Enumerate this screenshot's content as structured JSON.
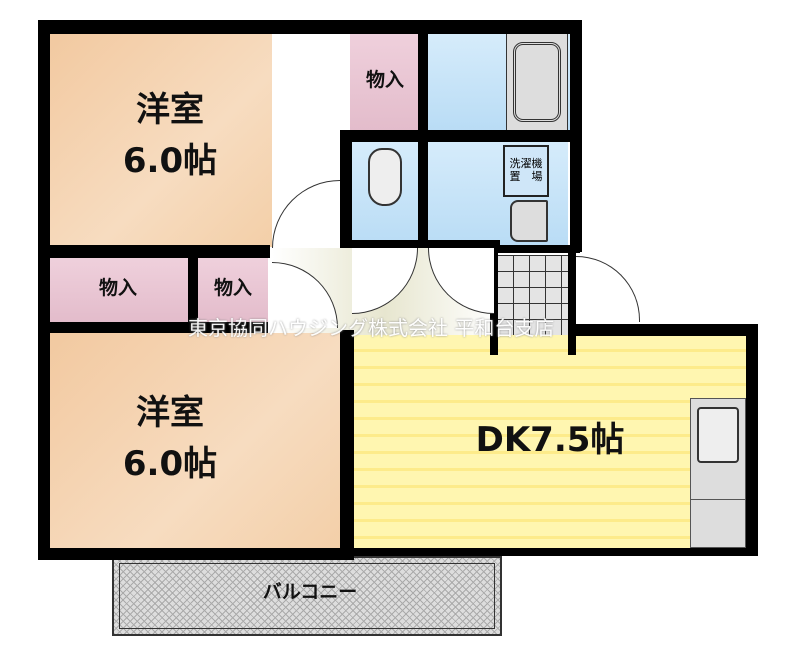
{
  "rooms": {
    "western_room_top": {
      "name": "洋室",
      "size": "6.0帖"
    },
    "western_room_bottom": {
      "name": "洋室",
      "size": "6.0帖"
    },
    "dk": {
      "name": "DK7.5帖"
    },
    "closet_top": "物入",
    "closet_left": "物入",
    "closet_mid": "物入",
    "washing_machine": {
      "line1": "洗濯機",
      "line2": "置　場"
    },
    "balcony": "バルコニー"
  },
  "watermark": "東京協同ハウジング株式会社 平和台支店",
  "colors": {
    "western_room": "#f5d3b0",
    "closet": "#e8c8d4",
    "wet_area": "#c5e2f7",
    "dk": "#fff3a0",
    "wall": "#000000"
  }
}
